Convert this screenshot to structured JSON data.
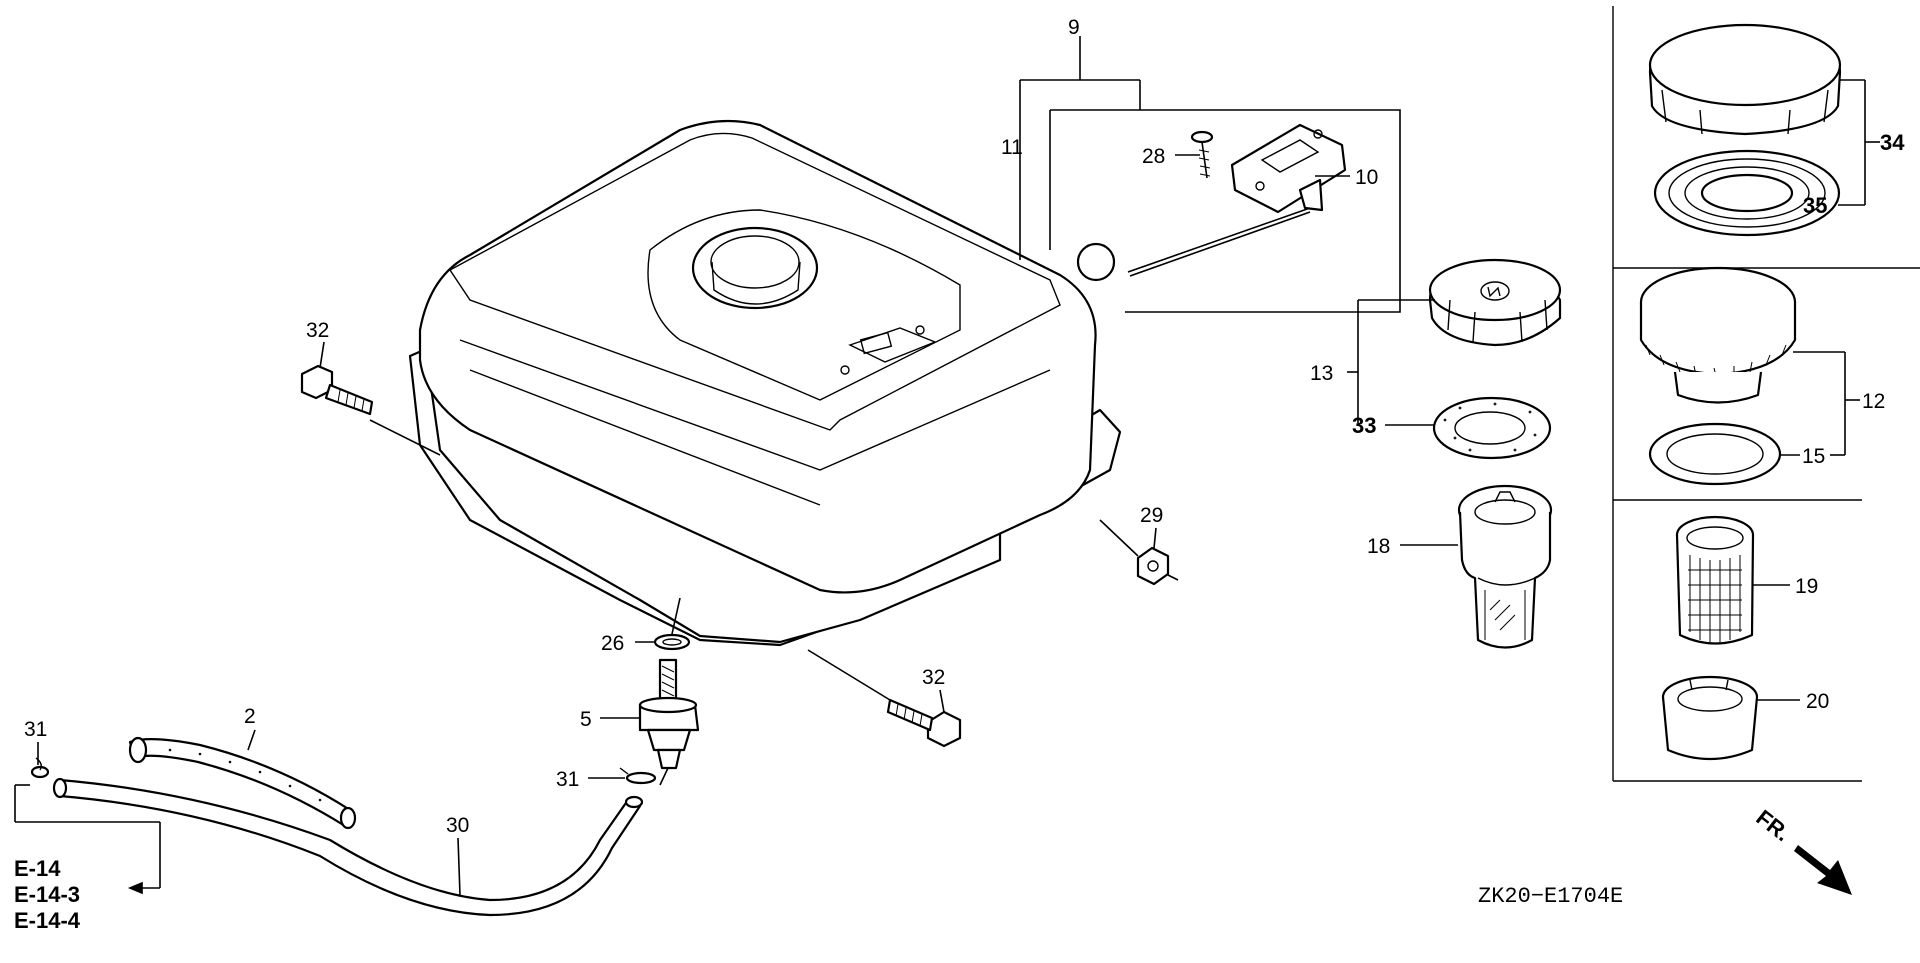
{
  "diagram": {
    "callouts": {
      "c2": "2",
      "c5": "5",
      "c9": "9",
      "c10": "10",
      "c11": "11",
      "c12": "12",
      "c13": "13",
      "c15": "15",
      "c18": "18",
      "c19": "19",
      "c20": "20",
      "c26": "26",
      "c28": "28",
      "c29": "29",
      "c30": "30",
      "c31a": "31",
      "c31b": "31",
      "c32a": "32",
      "c32b": "32",
      "c33": "33",
      "c34": "34",
      "c35": "35"
    },
    "references": [
      "E-14",
      "E-14-3",
      "E-14-4"
    ],
    "direction": "FR.",
    "drawing_code": "ZK20−E1704E"
  }
}
